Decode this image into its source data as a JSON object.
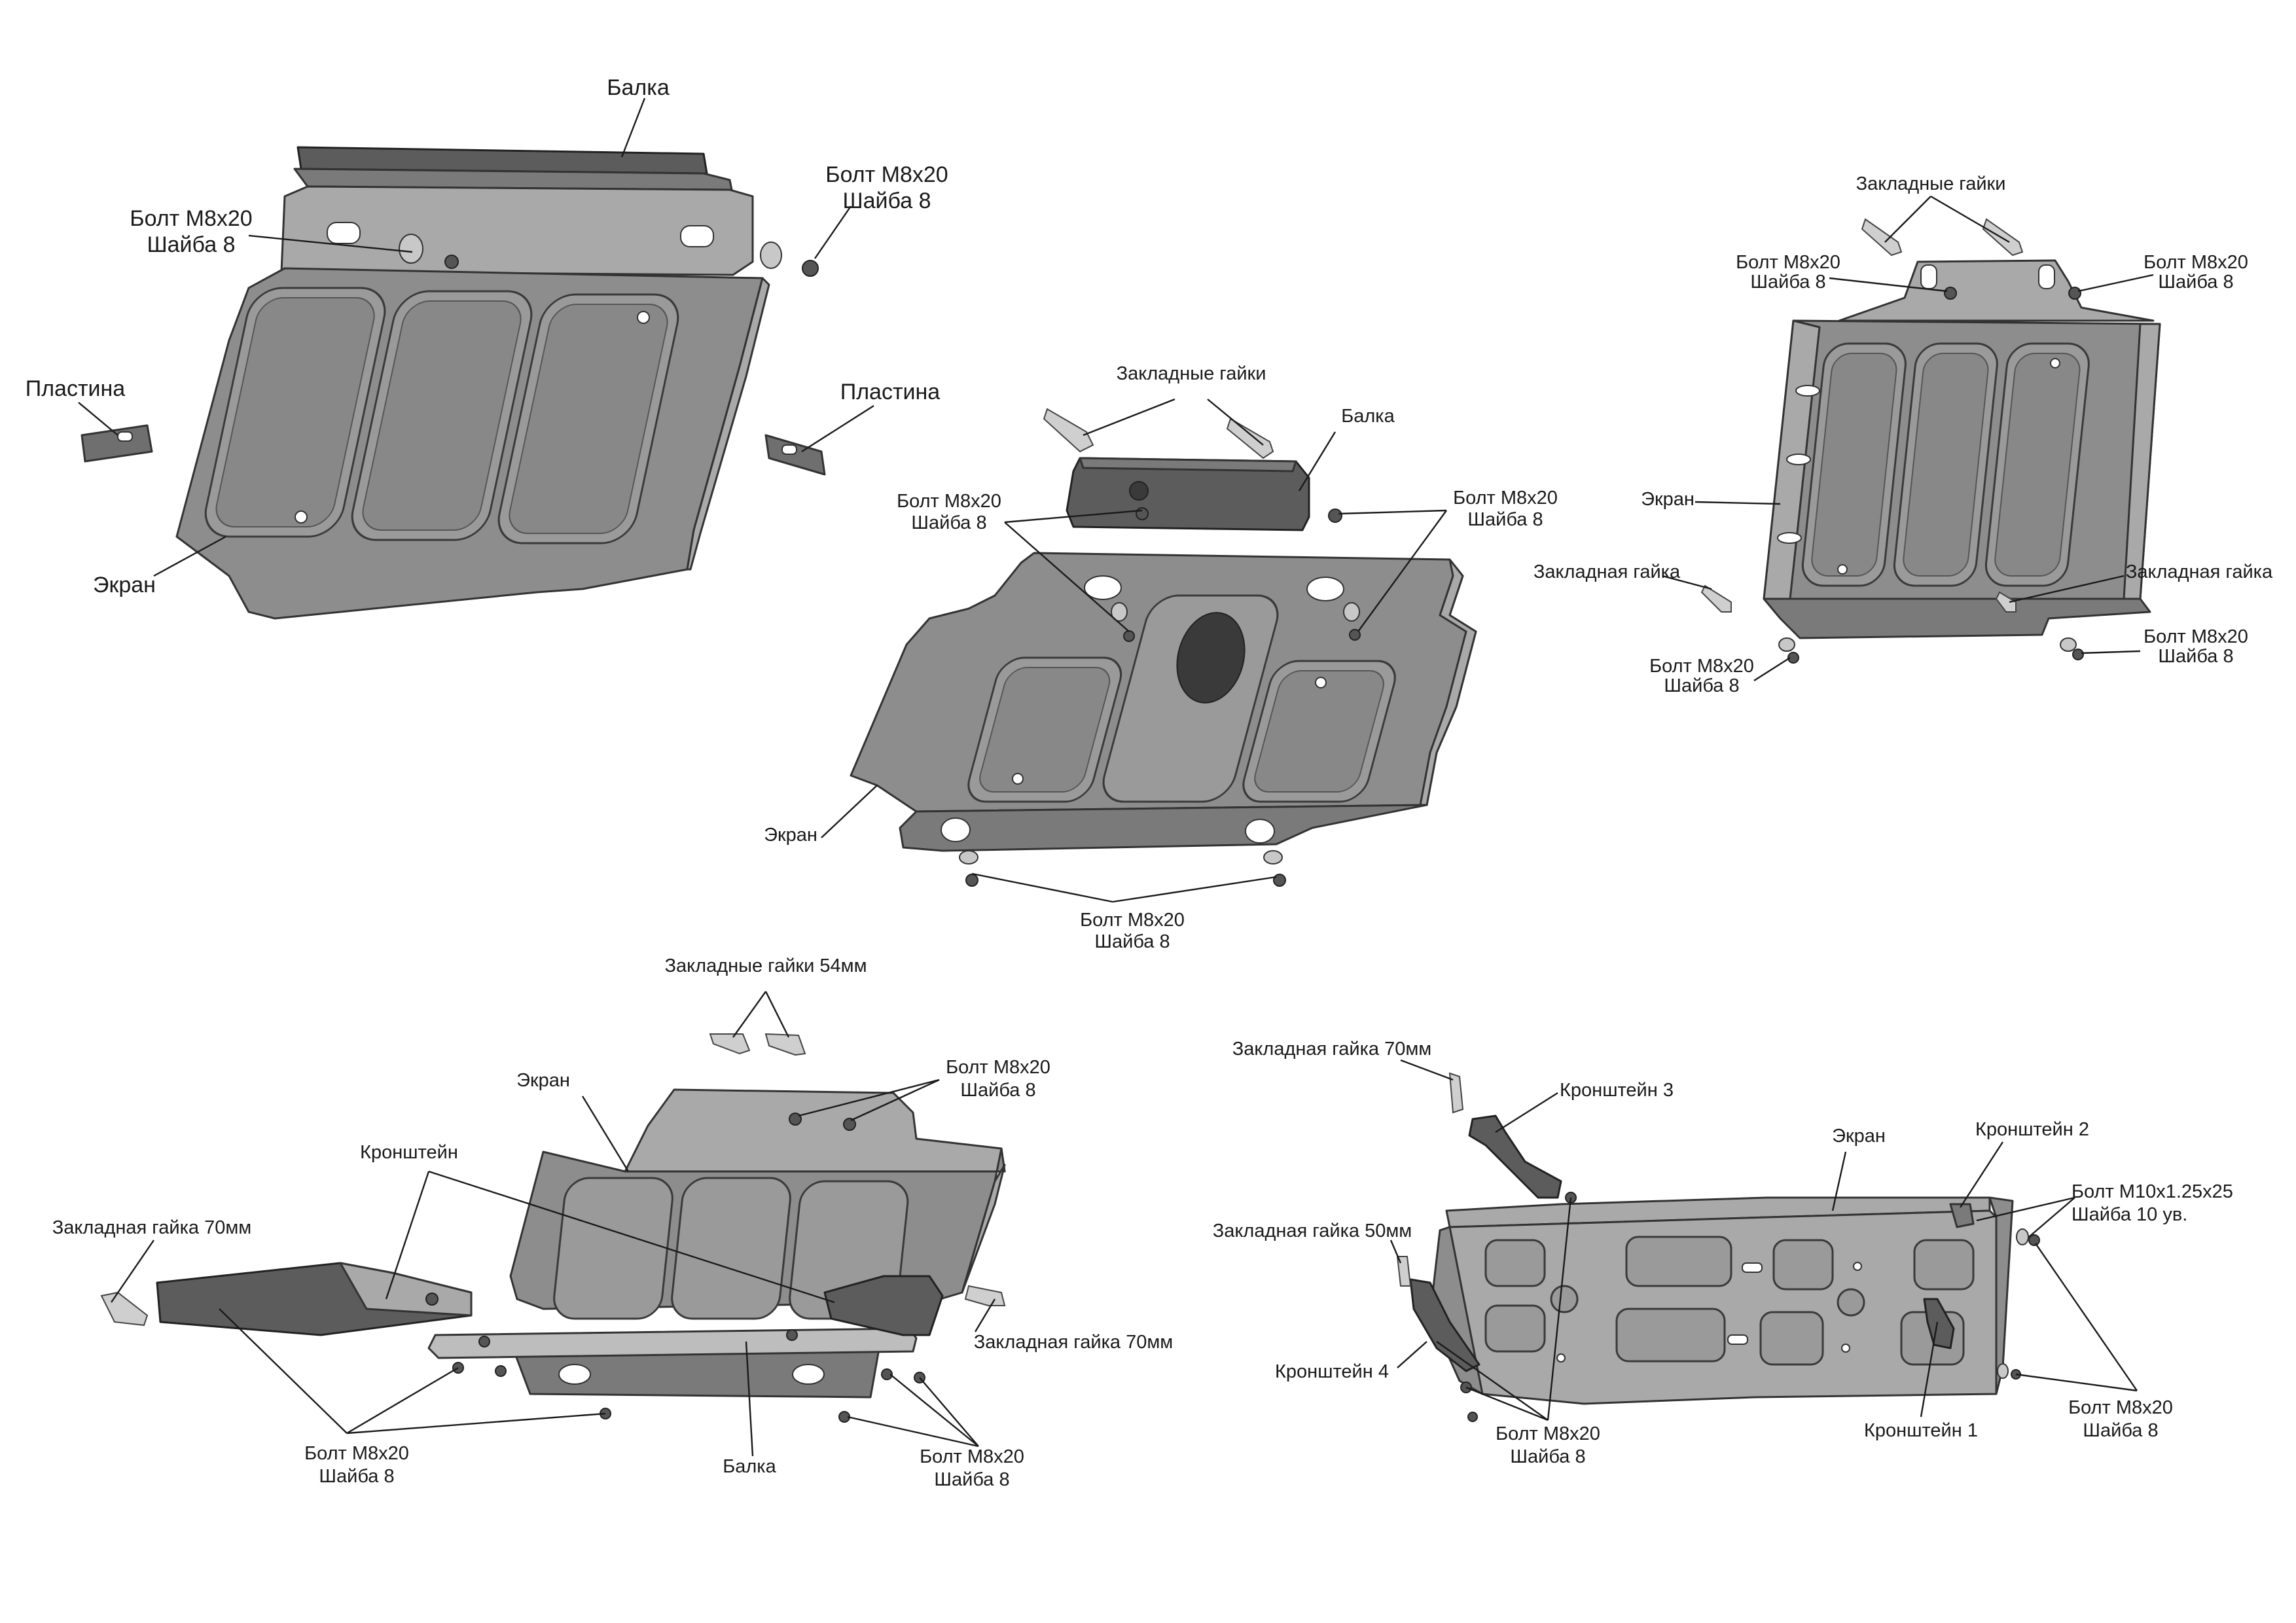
{
  "labels": {
    "d1_balka": "Балка",
    "d1_bolt_left_1": "Болт М8х20",
    "d1_bolt_left_2": "Шайба 8",
    "d1_bolt_right_1": "Болт М8х20",
    "d1_bolt_right_2": "Шайба 8",
    "d1_plastina_left": "Пластина",
    "d1_plastina_right": "Пластина",
    "d1_ekran": "Экран",
    "d2_zaklad": "Закладные гайки",
    "d2_balka": "Балка",
    "d2_bolt_left_1": "Болт М8х20",
    "d2_bolt_left_2": "Шайба 8",
    "d2_bolt_right_1": "Болт М8х20",
    "d2_bolt_right_2": "Шайба 8",
    "d2_ekran": "Экран",
    "d2_bolt_bottom_1": "Болт М8х20",
    "d2_bolt_bottom_2": "Шайба 8",
    "d3_zaklad": "Закладные гайки",
    "d3_bolt_tl_1": "Болт М8х20",
    "d3_bolt_tl_2": "Шайба 8",
    "d3_bolt_tr_1": "Болт М8х20",
    "d3_bolt_tr_2": "Шайба 8",
    "d3_ekran": "Экран",
    "d3_zaklad_left": "Закладная гайка",
    "d3_zaklad_right": "Закладная гайка",
    "d3_bolt_bl_1": "Болт М8х20",
    "d3_bolt_bl_2": "Шайба 8",
    "d3_bolt_br_1": "Болт М8х20",
    "d3_bolt_br_2": "Шайба 8",
    "d4_zaklad54": "Закладные гайки 54мм",
    "d4_ekran": "Экран",
    "d4_bolt_top_1": "Болт М8х20",
    "d4_bolt_top_2": "Шайба 8",
    "d4_kronshtein": "Кронштейн",
    "d4_zaklad70_left": "Закладная гайка 70мм",
    "d4_zaklad70_right": "Закладная гайка 70мм",
    "d4_bolt_bl_1": "Болт М8х20",
    "d4_bolt_bl_2": "Шайба 8",
    "d4_balka": "Балка",
    "d4_bolt_br_1": "Болт М8х20",
    "d4_bolt_br_2": "Шайба 8",
    "d5_zaklad70": "Закладная гайка 70мм",
    "d5_kron3": "Кронштейн 3",
    "d5_ekran": "Экран",
    "d5_kron2": "Кронштейн 2",
    "d5_bolt_m10_1": "Болт М10х1.25х25",
    "d5_bolt_m10_2": "Шайба 10 ув.",
    "d5_zaklad50": "Закладная гайка 50мм",
    "d5_kron4": "Кронштейн 4",
    "d5_bolt_bottom_1": "Болт М8х20",
    "d5_bolt_bottom_2": "Шайба 8",
    "d5_kron1": "Кронштейн 1",
    "d5_bolt_right_1": "Болт М8х20",
    "d5_bolt_right_2": "Шайба 8"
  }
}
